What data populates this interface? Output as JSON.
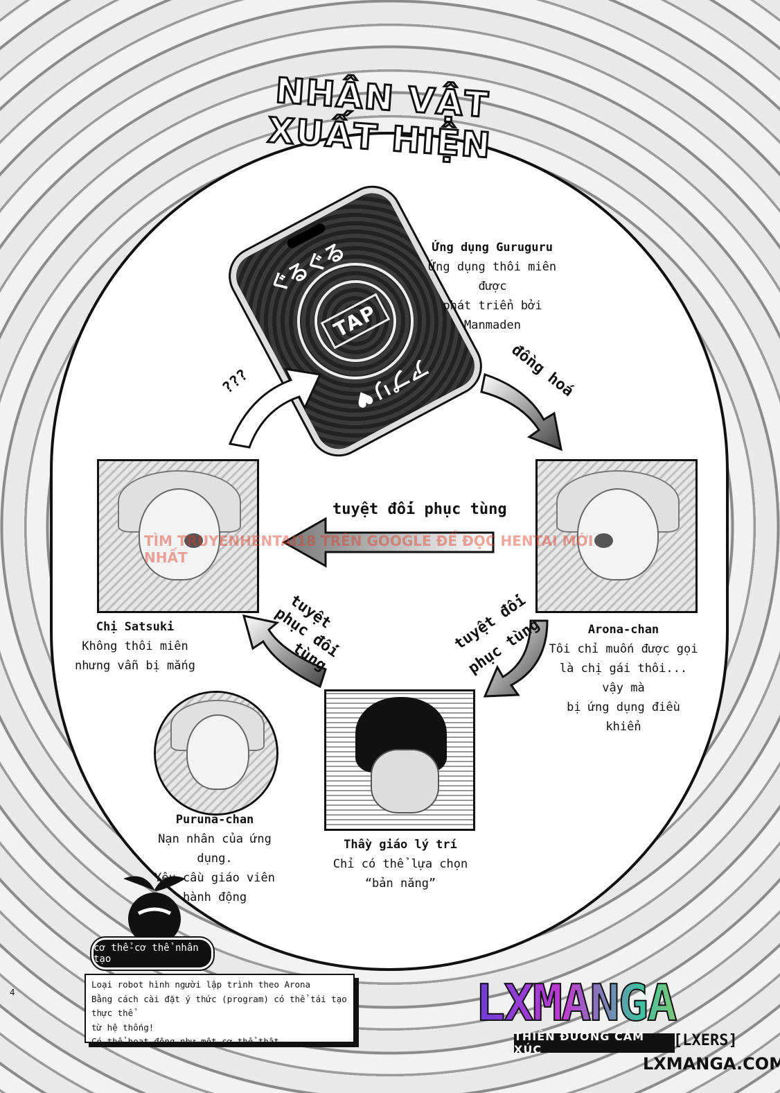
{
  "title": "NHÂN VẬT XUẤT HIỆN",
  "page_number": "4",
  "watermark": "TÌM TRUYENHENTAI18 TRÊN GOOGLE ĐỂ ĐỌC HENTAI MỚI NHẤT",
  "phone": {
    "screen_text_top": "ぐるぐる",
    "screen_button": "TAP",
    "screen_text_bottom": "アプリ♥",
    "caption": {
      "name": "Ứng dụng Guruguru",
      "line1": "Ứng dụng thôi miên được",
      "line2": "phát triển bởi Manmaden"
    }
  },
  "characters": {
    "satsuki": {
      "name": "Chị Satsuki",
      "line1": "Không thôi miên",
      "line2": "nhưng vẫn bị mắng"
    },
    "arona": {
      "name": "Arona-chan",
      "line1": "Tôi chỉ muốn được gọi",
      "line2": "là chị gái thôi... vậy mà",
      "line3": "bị ứng dụng điều khiển"
    },
    "puruna": {
      "name": "Puruna-chan",
      "line1": "Nạn nhân của ứng dụng.",
      "line2": "Yêu cầu giáo viên",
      "line3": "hành động"
    },
    "teacher": {
      "name": "Thầy giáo lý trí",
      "line1": "Chỉ có thể lựa chọn",
      "line2": "“bản năng”"
    }
  },
  "arrows": {
    "to_phone": "???",
    "phone_to_arona": "đồng hoá",
    "arona_to_satsuki": "tuyệt đối phục tùng",
    "teacher_to_satsuki_1": "tuyệt",
    "teacher_to_satsuki_2": "phục đối",
    "teacher_to_satsuki_3": "tùng",
    "arona_to_teacher_1": "tuyệt đối",
    "arona_to_teacher_2": "phục tùng"
  },
  "badge": {
    "label": "cơ thể-cơ thể nhân tạo"
  },
  "info": {
    "line1": "Loại robot hình người lập trình theo Arona",
    "line2": "Bằng cách cài đặt ý thức (program) có thể tái tạo thực thể",
    "line3": "từ hệ thống!",
    "line4": "Có thể hoạt động như một cơ thể thật..."
  },
  "logo": {
    "main": "LXMANGA",
    "sub": "THIÊN ĐƯỜNG CẢM XÚC",
    "tag": "[LXERS]",
    "url": "LXMANGA.COM"
  }
}
